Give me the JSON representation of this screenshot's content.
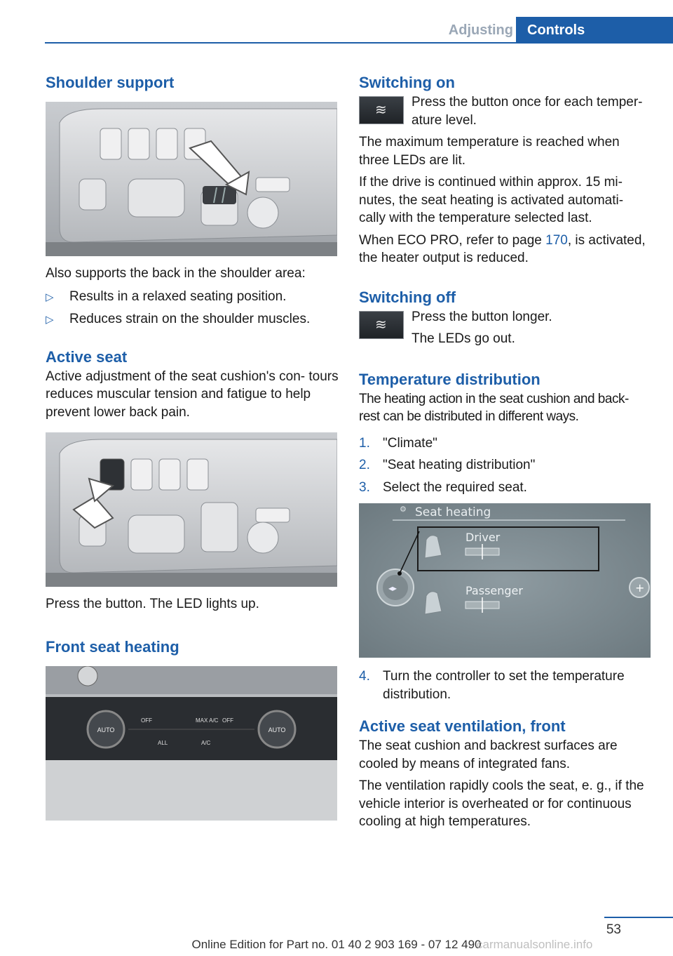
{
  "header": {
    "section": "Adjusting",
    "chapter": "Controls"
  },
  "left": {
    "shoulder_title": "Shoulder support",
    "shoulder_text": "Also supports the back in the shoulder area:",
    "shoulder_bullets": [
      "Results in a relaxed seating position.",
      "Reduces strain on the shoulder muscles."
    ],
    "active_title": "Active seat",
    "active_text": "Active adjustment of the seat cushion's con- tours reduces muscular tension and fatigue to help prevent lower back pain.",
    "active_caption": "Press the button. The LED lights up.",
    "heating_title": "Front seat heating",
    "climate_labels": [
      "AUTO",
      "OFF",
      "MAX A/C",
      "OFF",
      "AUTO",
      "ALL",
      "A/C"
    ]
  },
  "right": {
    "on_title": "Switching on",
    "on_text": "Press the button once for each temper- ature level.",
    "on_p1": "The maximum temperature is reached when three LEDs are lit.",
    "on_p2": "If the drive is continued within approx. 15 mi- nutes, the seat heating is activated automati- cally with the temperature selected last.",
    "on_p3_pre": "When ECO PRO, refer to page ",
    "on_p3_link": "170",
    "on_p3_post": ", is activated, the heater output is reduced.",
    "off_title": "Switching off",
    "off_text1": "Press the button longer.",
    "off_text2": "The LEDs go out.",
    "dist_title": "Temperature distribution",
    "dist_text": "The heating action in the seat cushion and back- rest can be distributed in different ways.",
    "steps": [
      {
        "n": "1.",
        "t": "\"Climate\""
      },
      {
        "n": "2.",
        "t": "\"Seat heating distribution\""
      },
      {
        "n": "3.",
        "t": "Select the required seat."
      }
    ],
    "screen": {
      "title": "Seat heating",
      "driver": "Driver",
      "passenger": "Passenger"
    },
    "step4": {
      "n": "4.",
      "t": "Turn the controller to set the temperature distribution."
    },
    "vent_title": "Active seat ventilation, front",
    "vent_p1": "The seat cushion and backrest surfaces are cooled by means of integrated fans.",
    "vent_p2": "The ventilation rapidly cools the seat, e. g., if the vehicle interior is overheated or for continuous cooling at high temperatures."
  },
  "footer": {
    "page": "53",
    "edition": "Online Edition for Part no. 01 40 2 903 169 - 07 12 490",
    "watermark": "carmanualsonline.info"
  }
}
